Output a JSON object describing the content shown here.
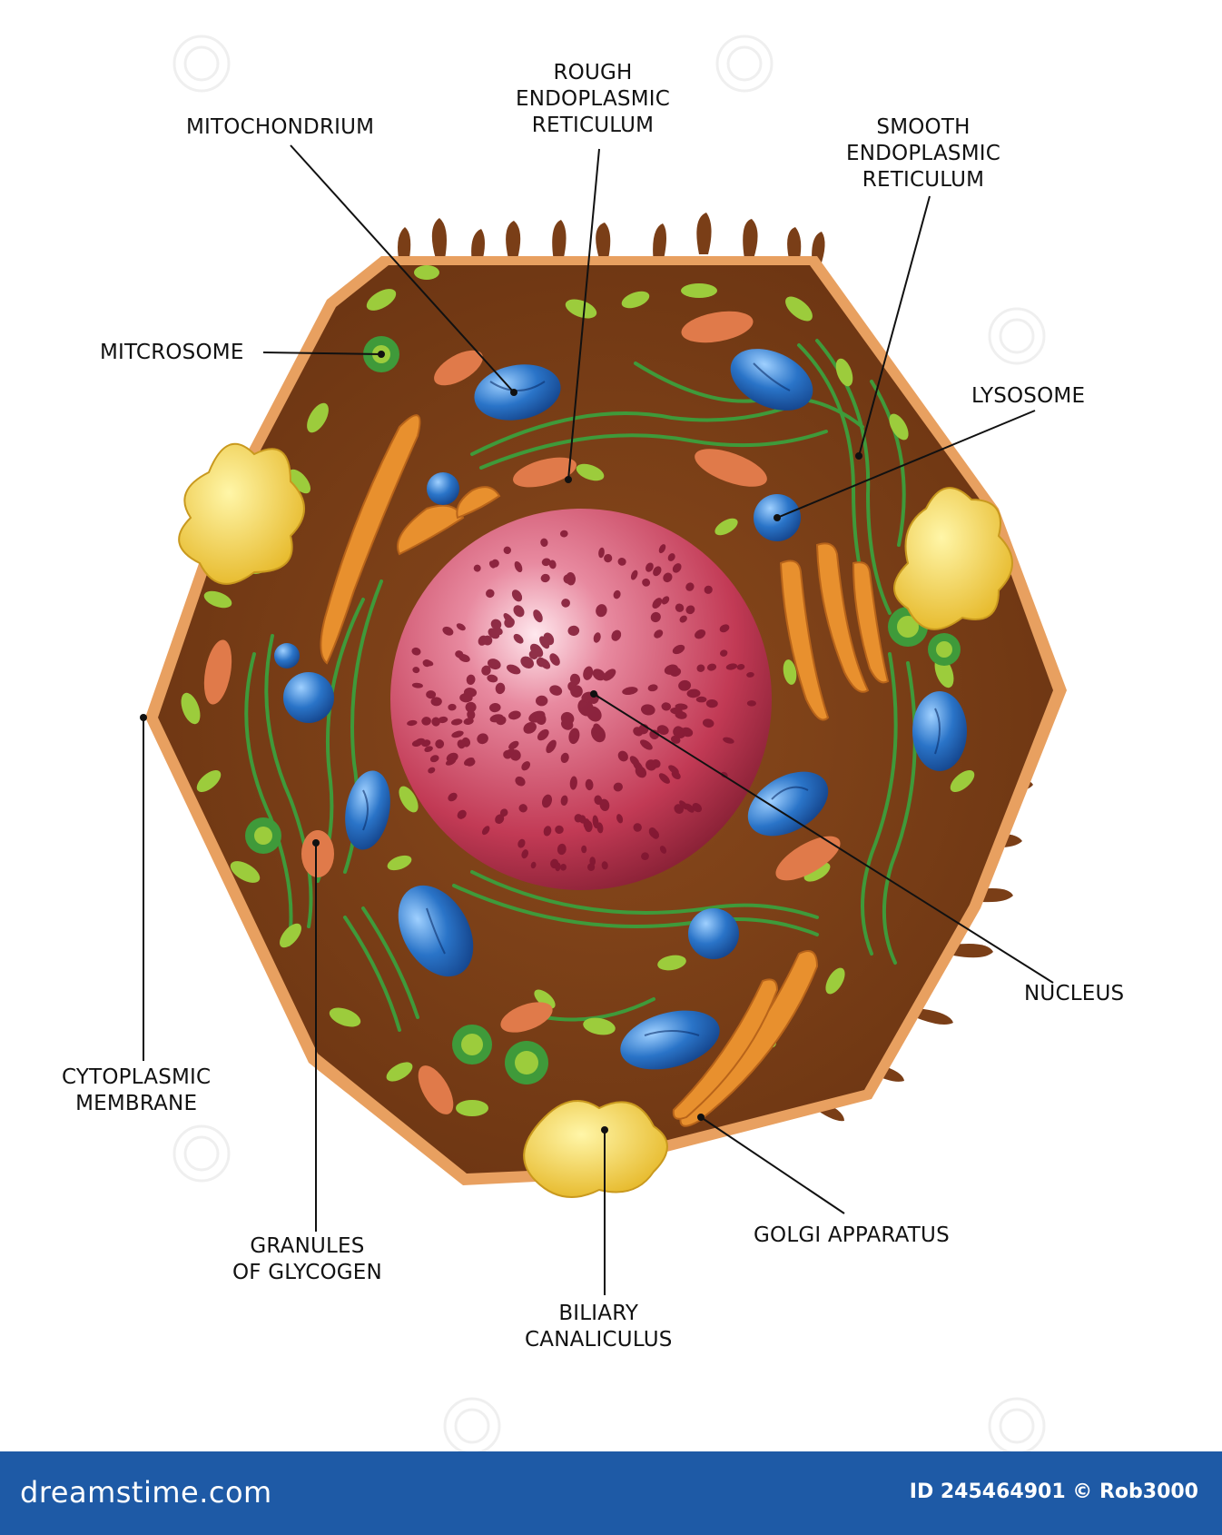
{
  "labels": {
    "mitochondrium": [
      "MITOCHONDRIUM"
    ],
    "rough_er": [
      "ROUGH",
      "ENDOPLASMIC",
      "RETICULUM"
    ],
    "smooth_er": [
      "SMOOTH",
      "ENDOPLASMIC",
      "RETICULUM"
    ],
    "mitcrosome": [
      "MITCROSOME"
    ],
    "lysosome": [
      "LYSOSOME"
    ],
    "nucleus": [
      "NUCLEUS"
    ],
    "cytoplasmic_membrane": [
      "CYTOPLASMIC",
      "MEMBRANE"
    ],
    "granules_glycogen": [
      "GRANULES",
      "OF GLYCOGEN"
    ],
    "biliary_canaliculus": [
      "BILIARY",
      "CANALICULUS"
    ],
    "golgi_apparatus": [
      "GOLGI APPARATUS"
    ]
  },
  "footer": {
    "brand": "dreamstime.com",
    "credit": "ID 245464901 © Rob3000"
  },
  "colors": {
    "cytoplasm": "#7a3e17",
    "membrane": "#e8a060",
    "nucleus": "#c23a55",
    "mitochondria": "#2a74c8",
    "er": "#3f9a3a",
    "organelle_green": "#9ccc3c",
    "canaliculus": "#f0cf3a",
    "golgi": "#e8902e",
    "footer_bg": "#1e5aa6"
  }
}
